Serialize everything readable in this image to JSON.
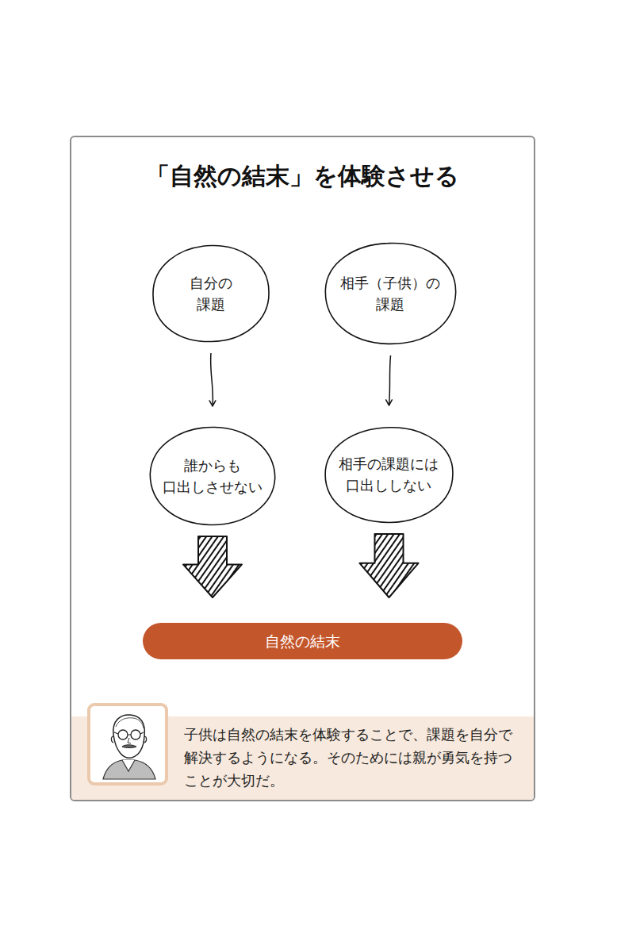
{
  "diagram": {
    "title": "「自然の結末」を体験させる",
    "caption": "子供は自然の結末を体験することで、課題を自分で解決するようになる。そのためには親が勇気を持つことが大切だ。",
    "nodes": [
      {
        "text": [
          "自分の 課題"
        ]
      },
      {
        "text": [
          "相手（子供）の 課題"
        ]
      },
      {
        "text": [
          "誰からも 口出しさせない"
        ]
      },
      {
        "text": [
          "相手の課題には 口出ししない"
        ]
      },
      {
        "text": [
          "自然の結末"
        ]
      }
    ],
    "edges": [
      {
        "from": 0,
        "to": 2,
        "arrow": "to"
      },
      {
        "from": 1,
        "to": 3,
        "arrow": "to"
      },
      {
        "from": 2,
        "to": 4,
        "arrow": "to"
      },
      {
        "from": 3,
        "to": 4,
        "arrow": "to"
      }
    ]
  }
}
